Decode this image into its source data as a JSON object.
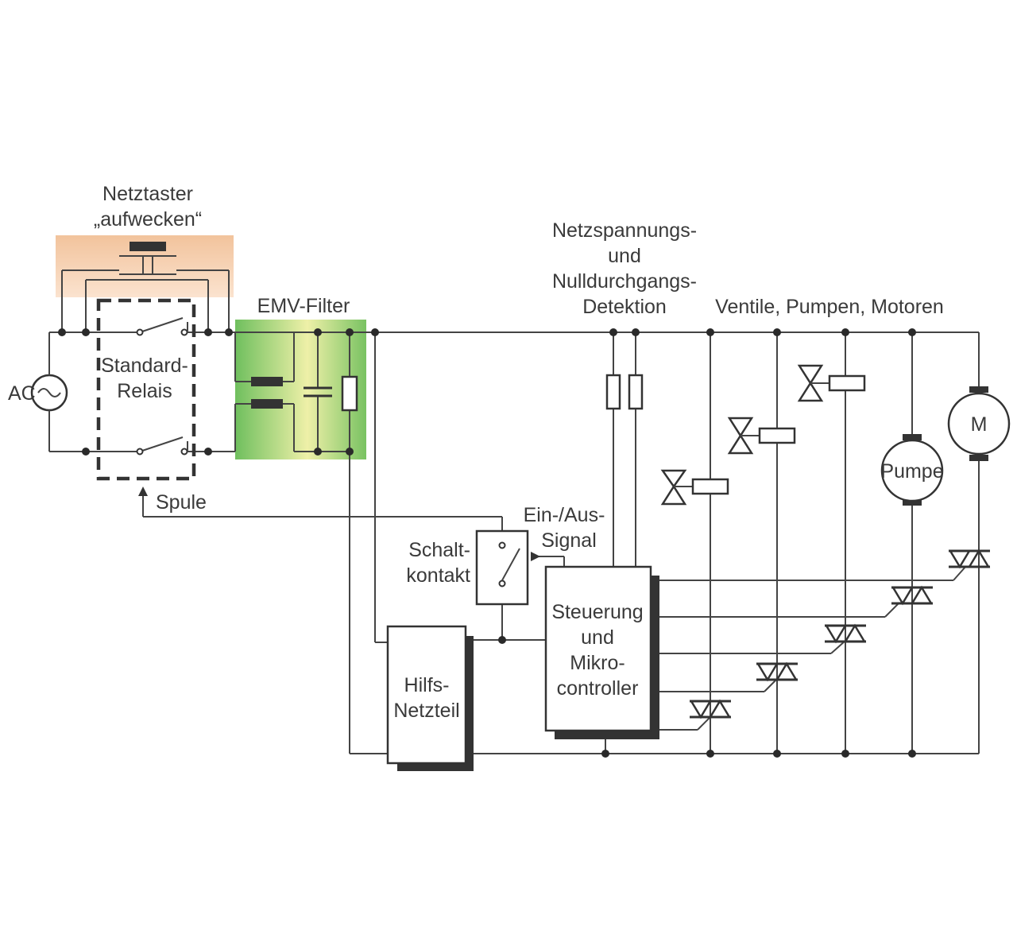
{
  "labels": {
    "netztaster_line1": "Netztaster",
    "netztaster_line2": "„aufwecken“",
    "ac": "AC",
    "relay_line1": "Standard-",
    "relay_line2": "Relais",
    "spule": "Spule",
    "emv_filter": "EMV-Filter",
    "detection_line1": "Netzspannungs-",
    "detection_line2": "und",
    "detection_line3": "Nulldurchgangs-",
    "detection_line4": "Detektion",
    "loads": "Ventile, Pumpen, Motoren",
    "ein_aus_line1": "Ein-/Aus-",
    "ein_aus_line2": "Signal",
    "schalt_line1": "Schalt-",
    "schalt_line2": "kontakt",
    "hilfs_line1": "Hilfs-",
    "hilfs_line2": "Netzteil",
    "mcu_line1": "Steuerung",
    "mcu_line2": "und",
    "mcu_line3": "Mikro-",
    "mcu_line4": "controller",
    "pumpe": "Pumpe",
    "motor": "M"
  },
  "colors": {
    "netztaster_highlight": "#f4c9a4",
    "emv_green": "#7dc46a",
    "emv_yellow": "#f3f0a8",
    "line": "#444444"
  }
}
